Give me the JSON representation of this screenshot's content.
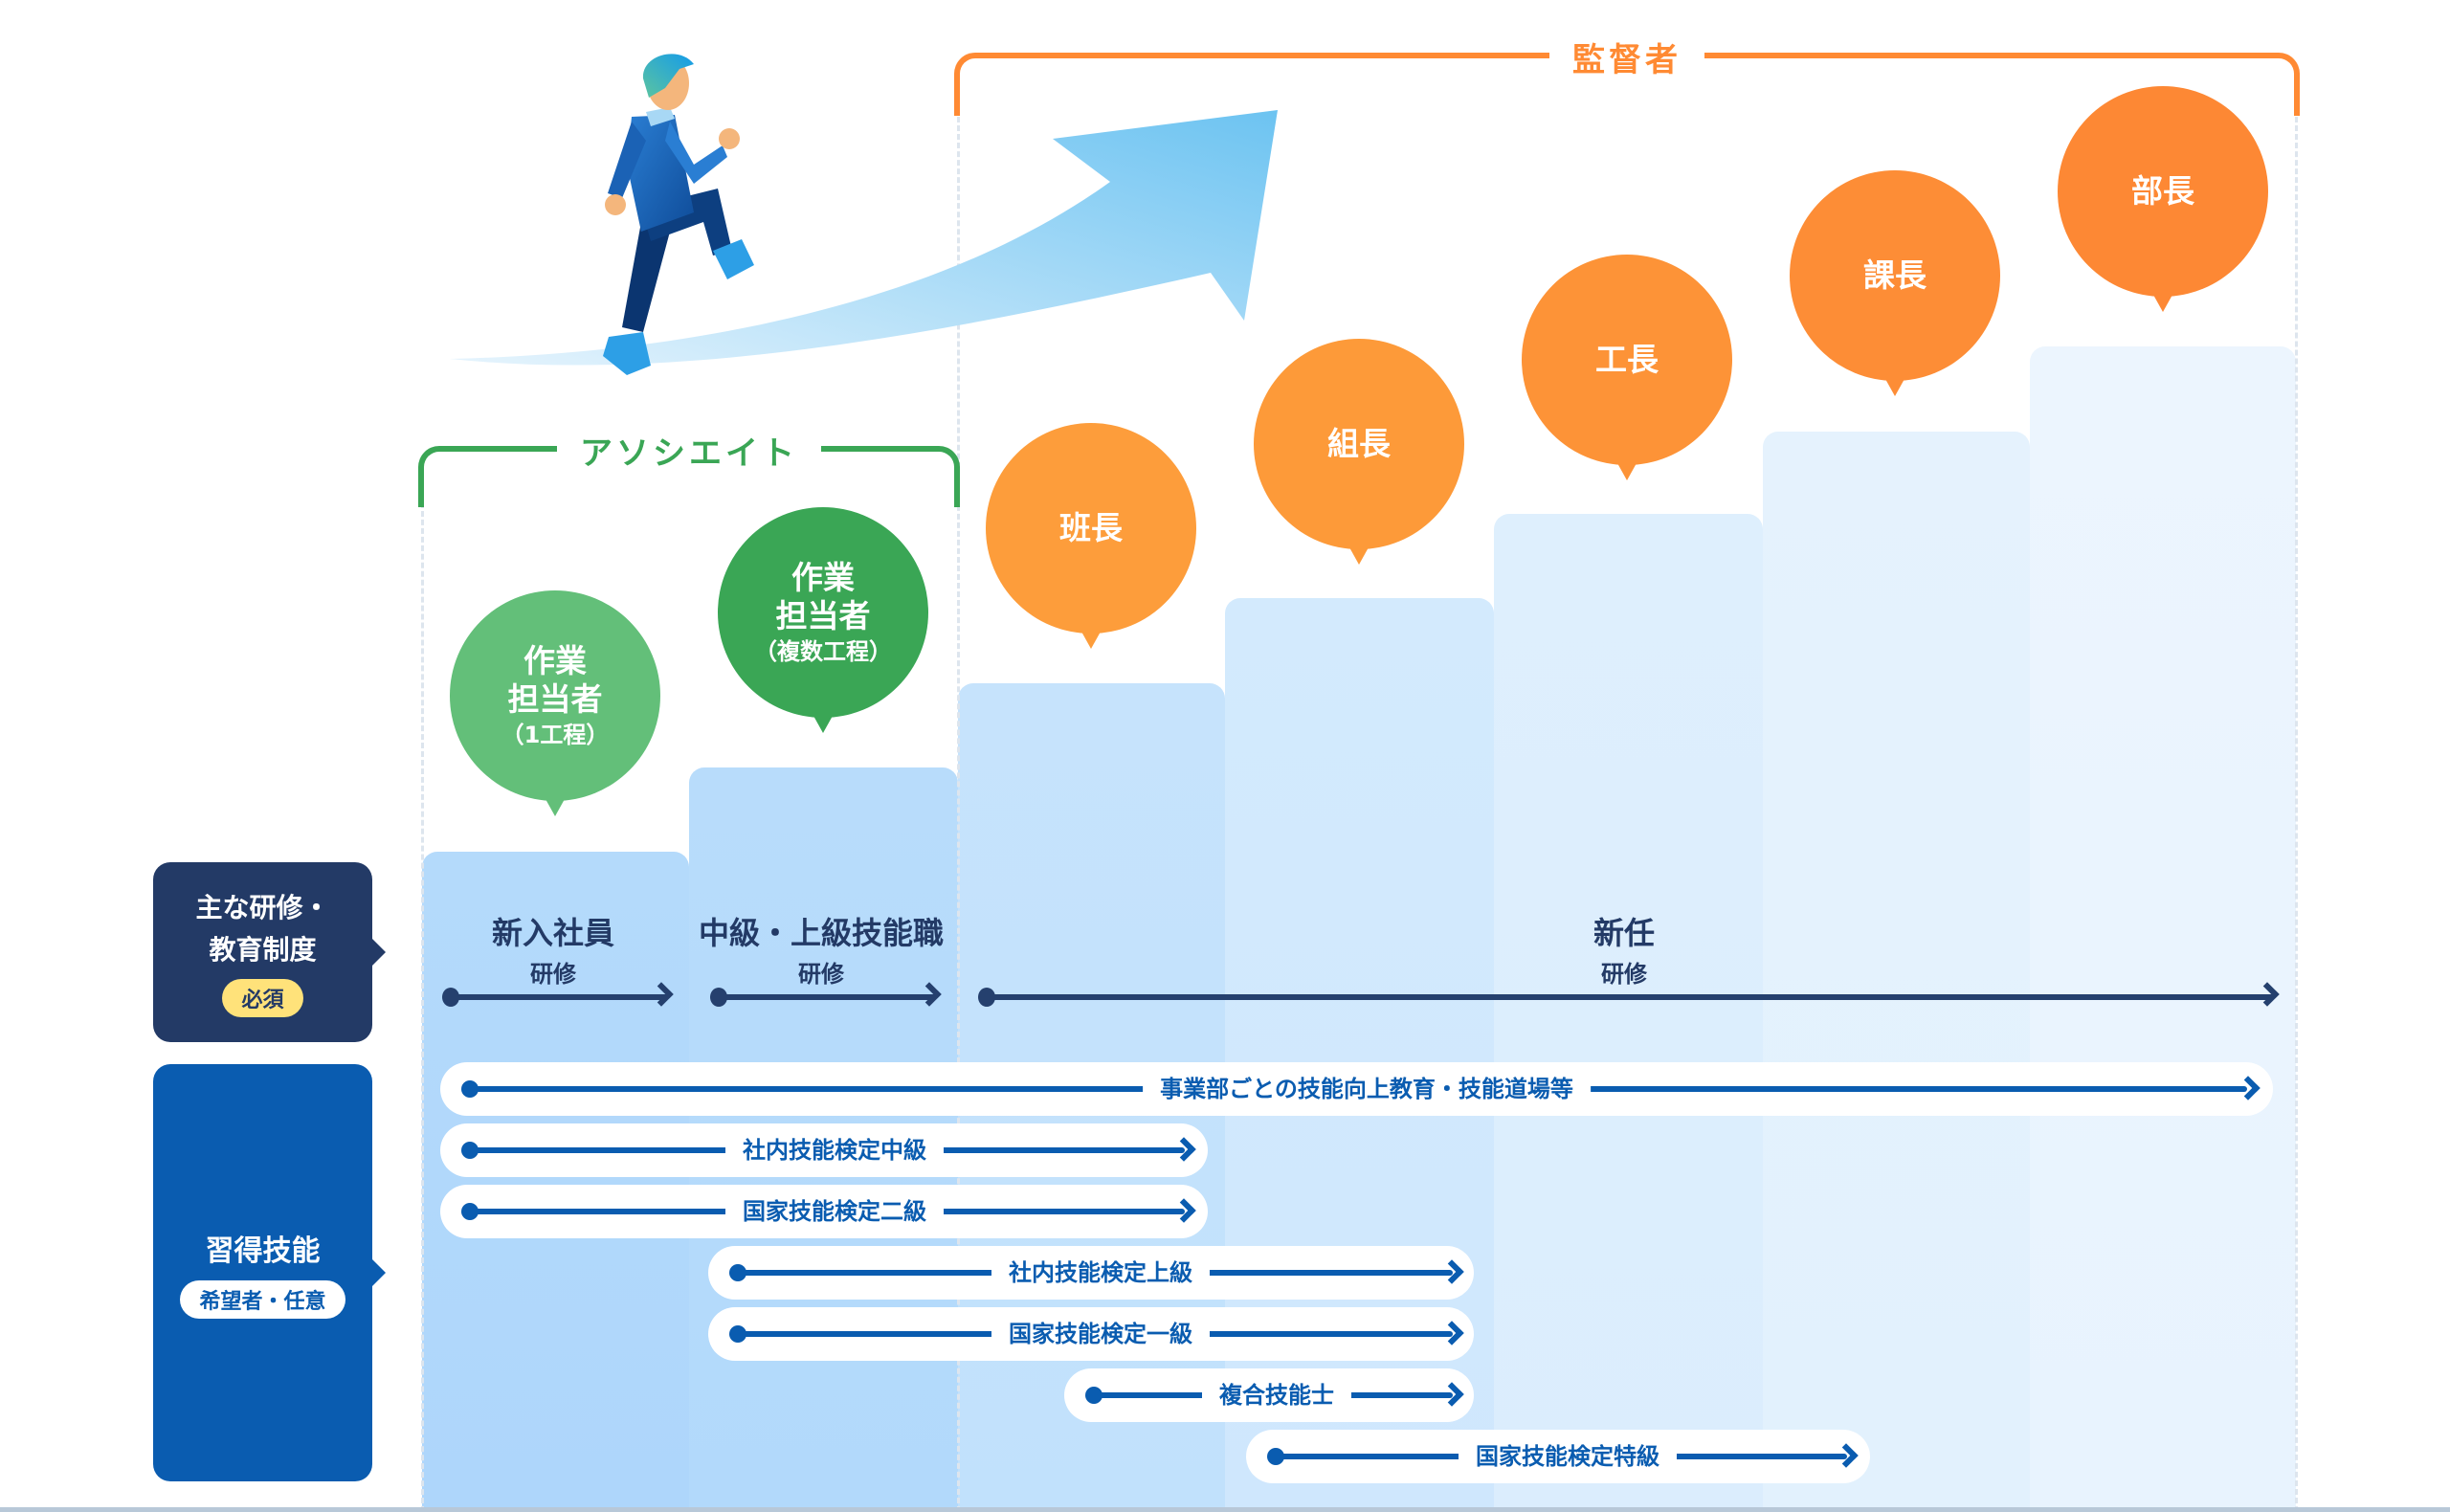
{
  "colors": {
    "supervisor_orange": "#ff8a33",
    "associate_green": "#3aa655",
    "associate_green_light": "#63bf79",
    "navy": "#233a66",
    "skill_blue": "#0a5cb0",
    "required_yellow": "#ffe27a"
  },
  "groups": {
    "supervisor": "監督者",
    "associate": "アソシエイト"
  },
  "roles": [
    {
      "name": "作業",
      "name2": "担当者",
      "sub": "（1工程）",
      "group": "associate"
    },
    {
      "name": "作業",
      "name2": "担当者",
      "sub": "（複数工程）",
      "group": "associate"
    },
    {
      "name": "班長",
      "group": "supervisor"
    },
    {
      "name": "組長",
      "group": "supervisor"
    },
    {
      "name": "工長",
      "group": "supervisor"
    },
    {
      "name": "課長",
      "group": "supervisor"
    },
    {
      "name": "部長",
      "group": "supervisor"
    }
  ],
  "side_labels": {
    "training": {
      "line1": "主な研修・",
      "line2": "教育制度",
      "tag": "必須"
    },
    "skills": {
      "line1": "習得技能",
      "tag": "希望者・任意"
    }
  },
  "trainings": [
    {
      "title": "新入社員",
      "sub": "研修"
    },
    {
      "title": "中級・上級技能職",
      "sub": "研修"
    },
    {
      "title": "新任",
      "sub": "研修"
    }
  ],
  "skills": [
    {
      "label": "事業部ごとの技能向上教育・技能道場等"
    },
    {
      "label": "社内技能検定中級"
    },
    {
      "label": "国家技能検定二級"
    },
    {
      "label": "社内技能検定上級"
    },
    {
      "label": "国家技能検定一級"
    },
    {
      "label": "複合技能士"
    },
    {
      "label": "国家技能検定特級"
    }
  ],
  "icons": {
    "person": "running-businessman-icon",
    "growth_arrow": "upward-curved-arrow-icon"
  }
}
